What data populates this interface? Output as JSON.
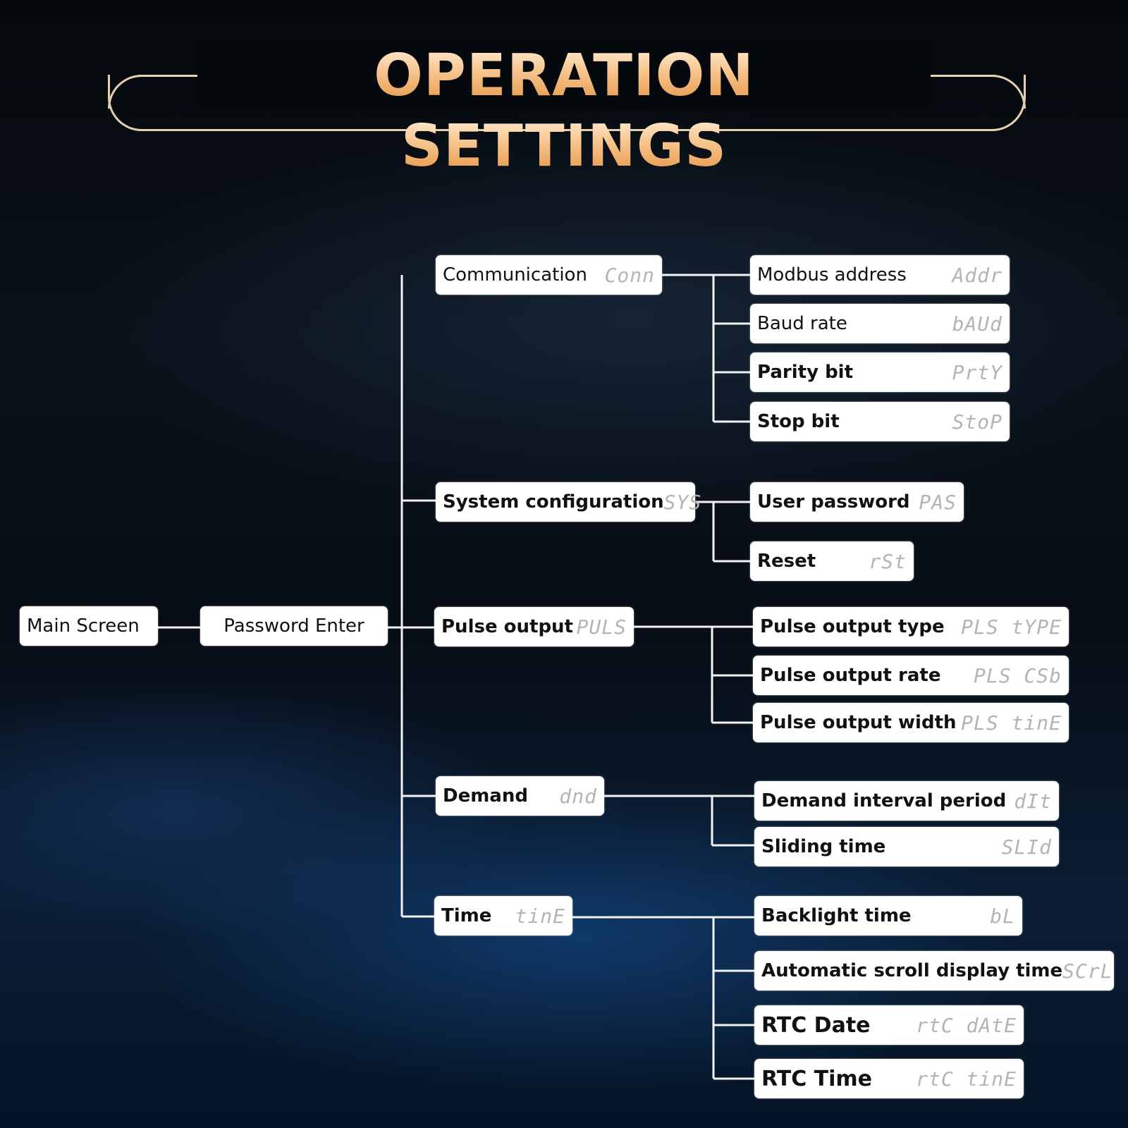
{
  "title": "OPERATION SETTINGS",
  "root": {
    "label": "Main Screen"
  },
  "password": {
    "label": "Password Enter"
  },
  "groups": [
    {
      "label": "Communication",
      "code": "Conn",
      "items": [
        {
          "label": "Modbus address",
          "code": "Addr"
        },
        {
          "label": "Baud rate",
          "code": "bAUd"
        },
        {
          "label": "Parity bit",
          "code": "PrtY"
        },
        {
          "label": "Stop bit",
          "code": "StoP"
        }
      ]
    },
    {
      "label": "System configuration",
      "code": "SYS",
      "items": [
        {
          "label": "User password",
          "code": "PAS"
        },
        {
          "label": "Reset",
          "code": "rSt"
        }
      ]
    },
    {
      "label": "Pulse output",
      "code": "PULS",
      "items": [
        {
          "label": "Pulse output type",
          "code": "PLS tYPE"
        },
        {
          "label": "Pulse output rate",
          "code": "PLS CSb"
        },
        {
          "label": "Pulse output width",
          "code": "PLS tinE"
        }
      ]
    },
    {
      "label": "Demand",
      "code": "dnd",
      "items": [
        {
          "label": "Demand interval period",
          "code": "dIt"
        },
        {
          "label": "Sliding time",
          "code": "SLId"
        }
      ]
    },
    {
      "label": "Time",
      "code": "tinE",
      "items": [
        {
          "label": "Backlight time",
          "code": "bL"
        },
        {
          "label": "Automatic scroll display time",
          "code": "SCrL"
        },
        {
          "label": "RTC Date",
          "code": "rtC dAtE"
        },
        {
          "label": "RTC Time",
          "code": "rtC tinE"
        }
      ]
    }
  ]
}
